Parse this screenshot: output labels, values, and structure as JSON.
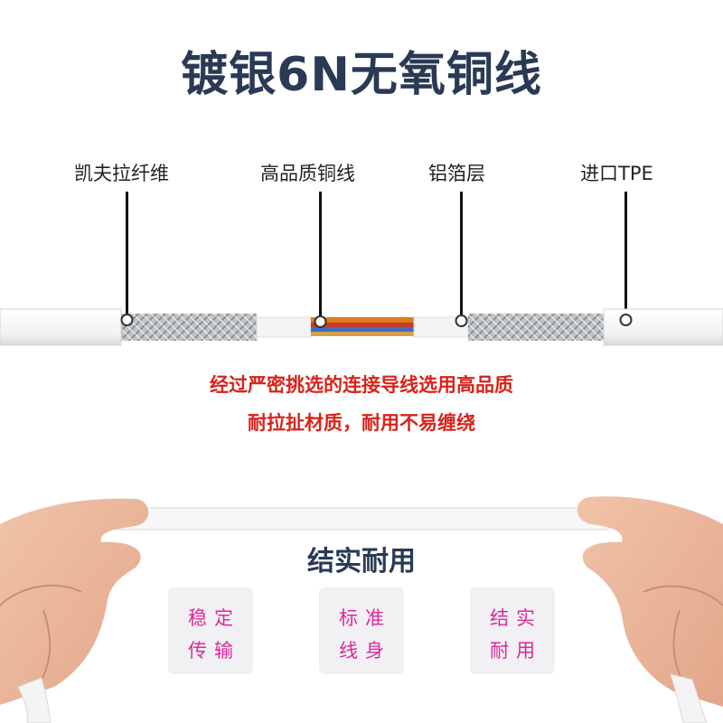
{
  "title": "镀银6N无氧铜线",
  "layers": [
    {
      "label": "凯夫拉纤维"
    },
    {
      "label": "高品质铜线"
    },
    {
      "label": "铝箔层"
    },
    {
      "label": "进口TPE"
    }
  ],
  "description": {
    "line1": "经过严密挑选的连接导线选用高品质",
    "line2": "耐拉扯材质，耐用不易缠绕"
  },
  "durable_heading": "结实耐用",
  "features": [
    {
      "line1": "稳定",
      "line2": "传输",
      "color": "#e0279a"
    },
    {
      "line1": "标准",
      "line2": "线身",
      "color": "#e0279a"
    },
    {
      "line1": "结实",
      "line2": "耐用",
      "color": "#e0279a"
    }
  ],
  "colors": {
    "title": "#2a3a55",
    "description": "#d8231a",
    "feature_text": "#e0279a"
  }
}
